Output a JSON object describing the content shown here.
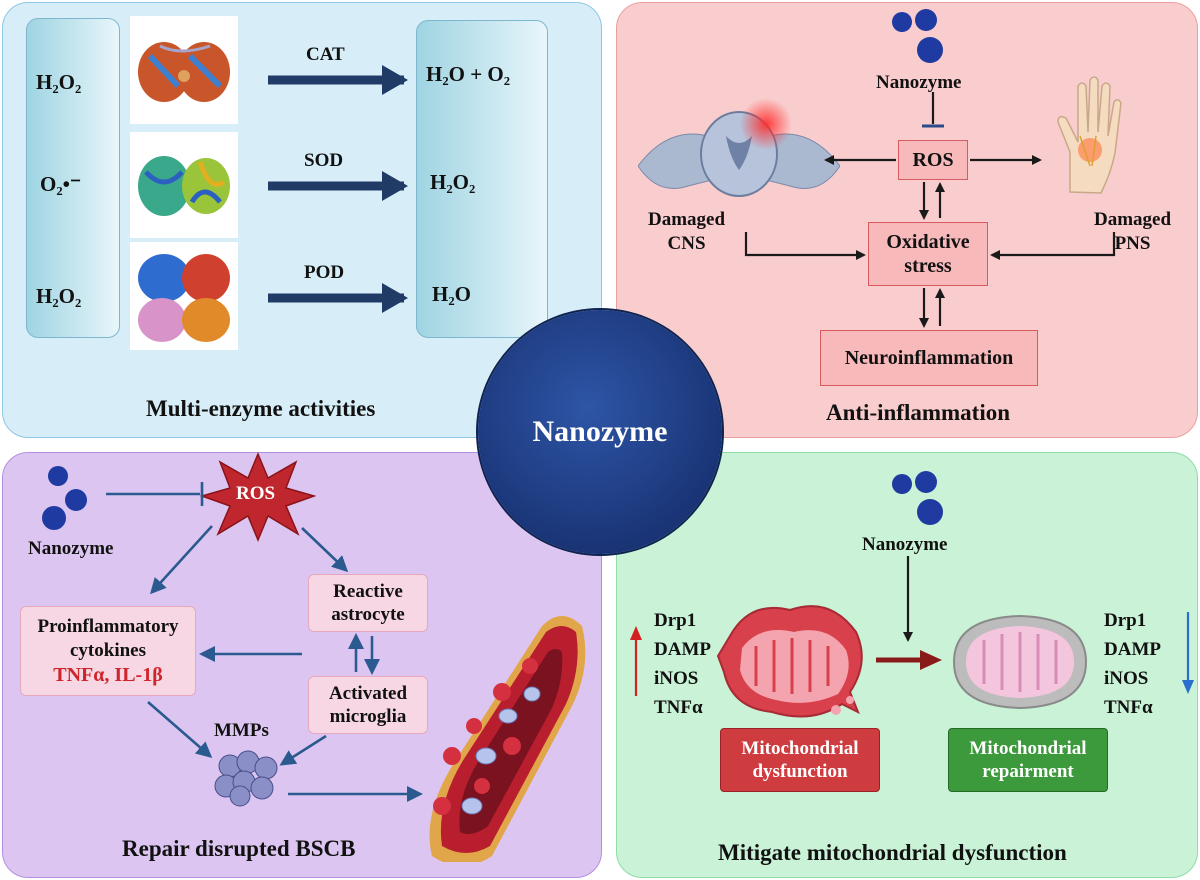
{
  "center": {
    "label": "Nanozyme"
  },
  "multi_enzyme": {
    "title": "Multi-enzyme activities",
    "substrates": [
      "H₂O₂",
      "O₂•⁻",
      "H₂O₂"
    ],
    "enzymes": [
      "CAT",
      "SOD",
      "POD"
    ],
    "products": [
      "H₂O + O₂",
      "H₂O₂",
      "H₂O"
    ]
  },
  "anti_inflammation": {
    "title": "Anti-inflammation",
    "nanozyme": "Nanozyme",
    "ros": "ROS",
    "oxidative": [
      "Oxidative",
      "stress"
    ],
    "neuro": "Neuroinflammation",
    "cns": [
      "Damaged",
      "CNS"
    ],
    "pns": [
      "Damaged",
      "PNS"
    ]
  },
  "bscb": {
    "title": "Repair disrupted BSCB",
    "nanozyme": "Nanozyme",
    "ros": "ROS",
    "astrocyte": [
      "Reactive",
      "astrocyte"
    ],
    "microglia": [
      "Activated",
      "microglia"
    ],
    "cytokines": [
      "Proinflammatory",
      "cytokines"
    ],
    "cytokine_names": "TNFα, IL-1β",
    "mmps": "MMPs"
  },
  "mito": {
    "title": "Mitigate mitochondrial dysfunction",
    "nanozyme": "Nanozyme",
    "markers_left": [
      "Drp1",
      "DAMP",
      "iNOS",
      "TNFα"
    ],
    "markers_right": [
      "Drp1",
      "DAMP",
      "iNOS",
      "TNFα"
    ],
    "dysfunction": [
      "Mitochondrial",
      "dysfunction"
    ],
    "repairment": [
      "Mitochondrial",
      "repairment"
    ]
  },
  "colors": {
    "arrow_dark": "#1f3b66",
    "arrow_blue": "#2a5a8f",
    "ros_red": "#c0262d",
    "center": "#1a3577"
  }
}
